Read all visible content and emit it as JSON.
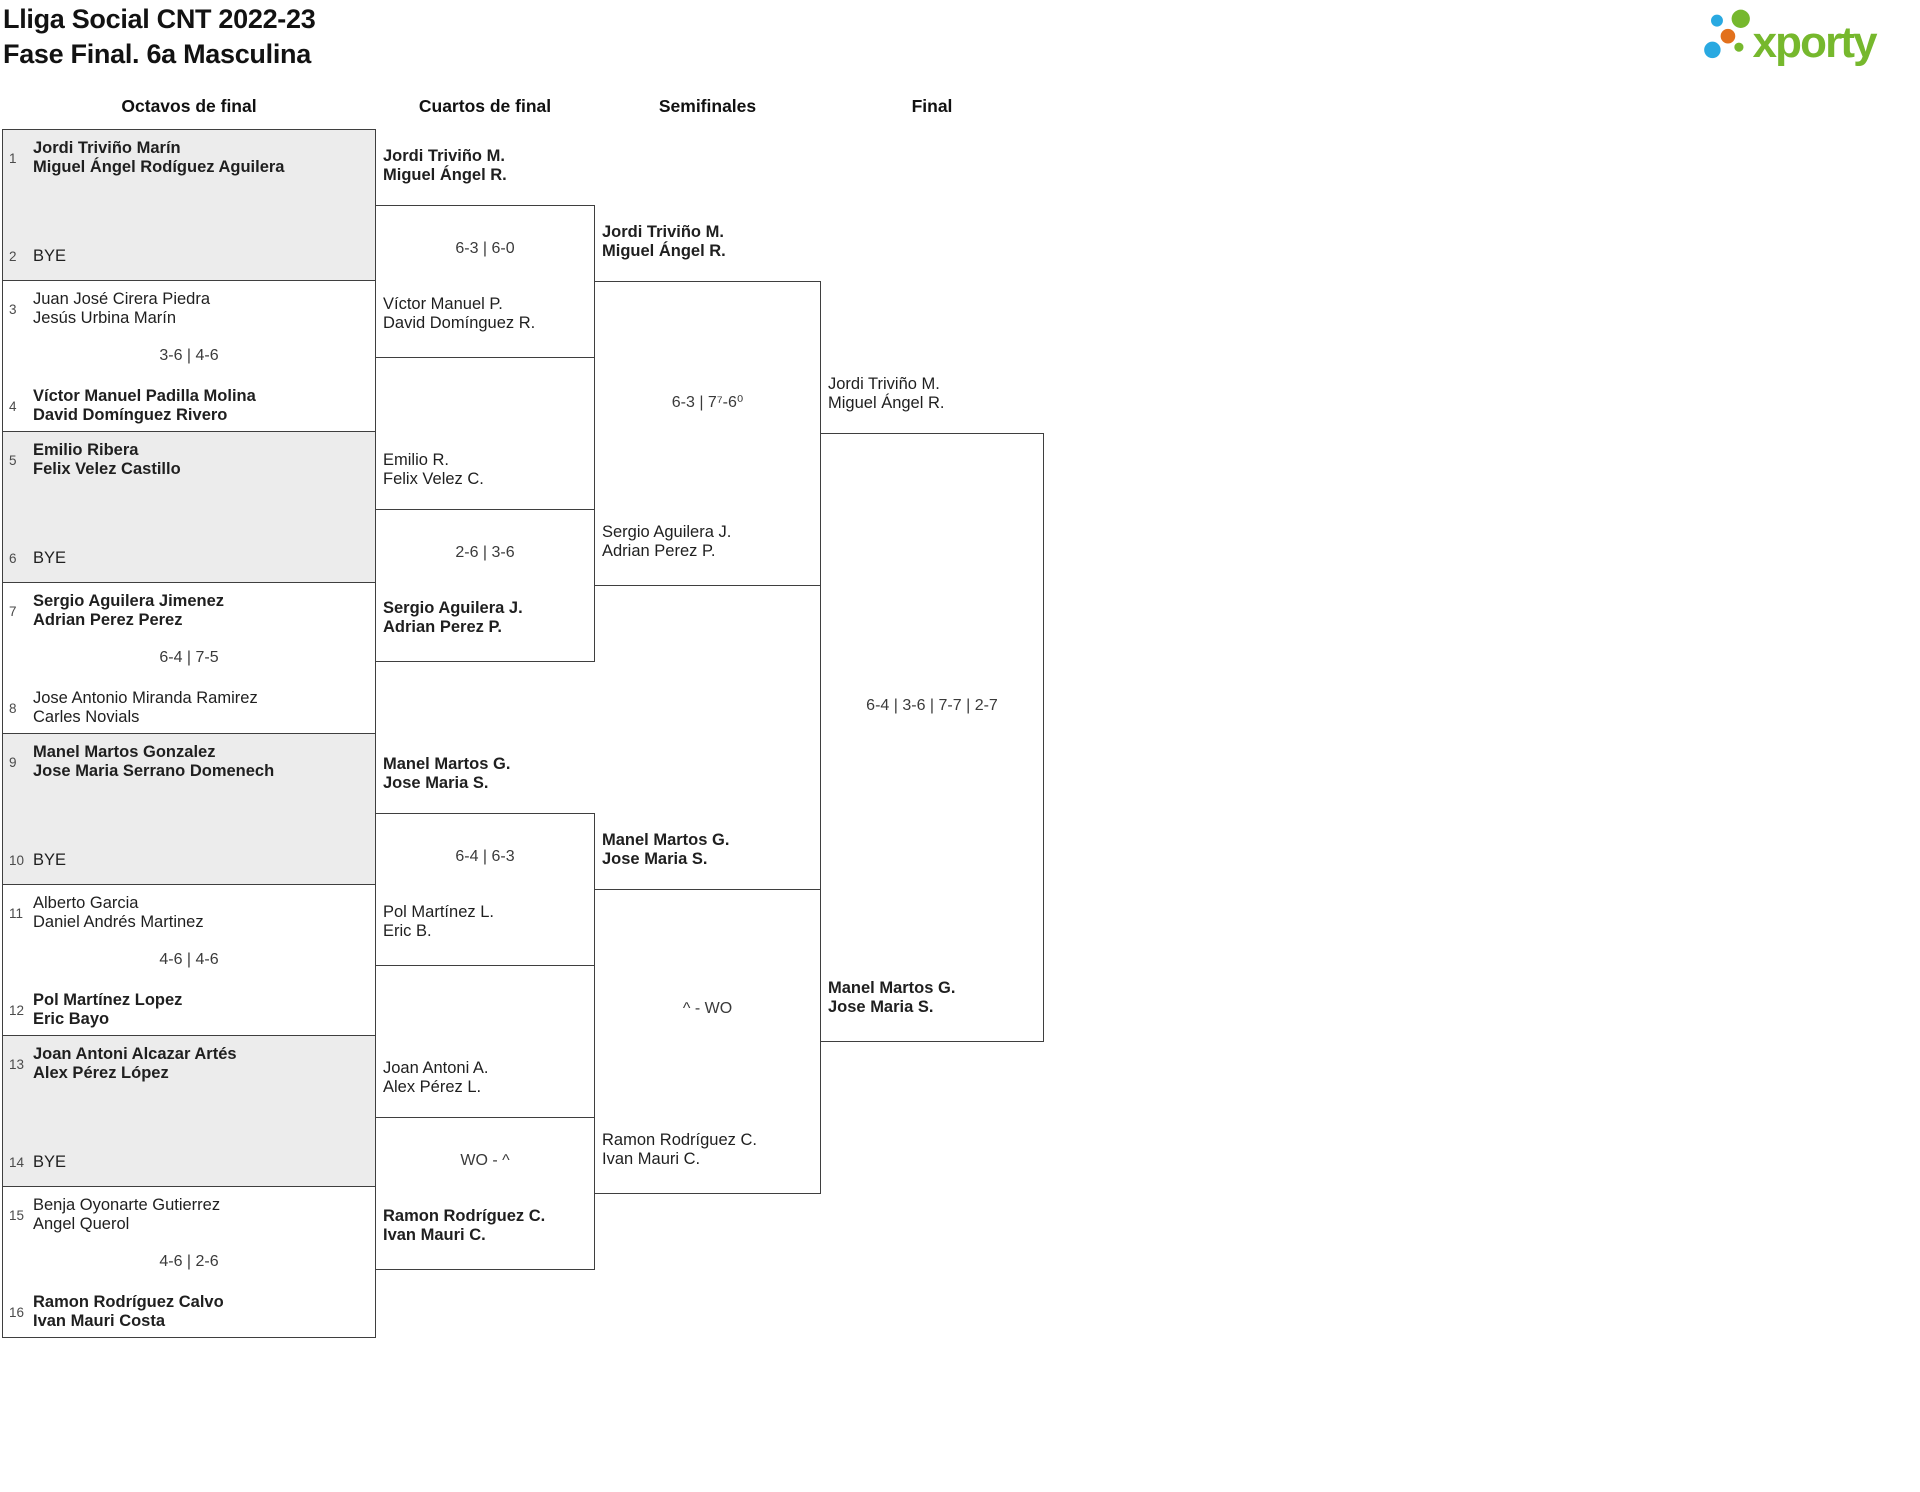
{
  "header": {
    "title_line1": "Lliga Social CNT 2022-23",
    "title_line2": "Fase Final. 6a Masculina",
    "logo_text": "xporty"
  },
  "colors": {
    "brand_green": "#76b82d",
    "brand_blue": "#29a9e1",
    "brand_orange": "#e2711d",
    "block_grey": "#ececec",
    "border": "#3f3f3f"
  },
  "rounds": [
    "Octavos de final",
    "Cuartos de final",
    "Semifinales",
    "Final"
  ],
  "octavos": [
    {
      "seed1": "1",
      "team1": [
        "Jordi Triviño Marín",
        "Miguel Ángel Rodíguez Aguilera"
      ],
      "score": "",
      "seed2": "2",
      "team2": [
        "BYE"
      ]
    },
    {
      "seed1": "3",
      "team1": [
        "Juan José Cirera Piedra",
        "Jesús Urbina Marín"
      ],
      "score": "3-6 | 4-6",
      "seed2": "4",
      "team2": [
        "Víctor Manuel Padilla Molina",
        "David Domínguez Rivero"
      ]
    },
    {
      "seed1": "5",
      "team1": [
        "Emilio Ribera",
        "Felix Velez Castillo"
      ],
      "score": "",
      "seed2": "6",
      "team2": [
        "BYE"
      ]
    },
    {
      "seed1": "7",
      "team1": [
        "Sergio Aguilera Jimenez",
        "Adrian Perez Perez"
      ],
      "score": "6-4 | 7-5",
      "seed2": "8",
      "team2": [
        "Jose Antonio Miranda Ramirez",
        "Carles Novials"
      ]
    },
    {
      "seed1": "9",
      "team1": [
        "Manel Martos Gonzalez",
        "Jose Maria Serrano Domenech"
      ],
      "score": "",
      "seed2": "10",
      "team2": [
        "BYE"
      ]
    },
    {
      "seed1": "11",
      "team1": [
        "Alberto Garcia",
        "Daniel Andrés Martinez"
      ],
      "score": "4-6 | 4-6",
      "seed2": "12",
      "team2": [
        "Pol Martínez Lopez",
        "Eric Bayo"
      ]
    },
    {
      "seed1": "13",
      "team1": [
        "Joan Antoni Alcazar Artés",
        "Alex Pérez López"
      ],
      "score": "",
      "seed2": "14",
      "team2": [
        "BYE"
      ]
    },
    {
      "seed1": "15",
      "team1": [
        "Benja Oyonarte Gutierrez",
        "Angel Querol"
      ],
      "score": "4-6 | 2-6",
      "seed2": "16",
      "team2": [
        "Ramon Rodríguez Calvo",
        "Ivan Mauri Costa"
      ]
    }
  ],
  "cuartos": [
    {
      "top": [
        "Jordi Triviño M.",
        "Miguel Ángel R."
      ],
      "score": "6-3 | 6-0",
      "bottom": [
        "Víctor Manuel P.",
        "David Domínguez R."
      ]
    },
    {
      "top": [
        "Emilio R.",
        "Felix Velez C."
      ],
      "score": "2-6 | 3-6",
      "bottom": [
        "Sergio Aguilera J.",
        "Adrian Perez P."
      ]
    },
    {
      "top": [
        "Manel Martos G.",
        "Jose Maria S."
      ],
      "score": "6-4 | 6-3",
      "bottom": [
        "Pol Martínez L.",
        "Eric B."
      ]
    },
    {
      "top": [
        "Joan Antoni A.",
        "Alex Pérez L."
      ],
      "score": "WO - ^",
      "bottom": [
        "Ramon Rodríguez C.",
        "Ivan Mauri C."
      ]
    }
  ],
  "semifinales": [
    {
      "top": [
        "Jordi Triviño M.",
        "Miguel Ángel R."
      ],
      "score": "6-3 | 7⁷-6⁰",
      "bottom": [
        "Sergio Aguilera J.",
        "Adrian Perez P."
      ]
    },
    {
      "top": [
        "Manel Martos G.",
        "Jose Maria S."
      ],
      "score": "^ - WO",
      "bottom": [
        "Ramon Rodríguez C.",
        "Ivan Mauri C."
      ]
    }
  ],
  "final": {
    "top": [
      "Jordi Triviño M.",
      "Miguel Ángel R."
    ],
    "score": "6-4 | 3-6 | 7-7 | 2-7",
    "bottom": [
      "Manel Martos G.",
      "Jose Maria S."
    ]
  }
}
